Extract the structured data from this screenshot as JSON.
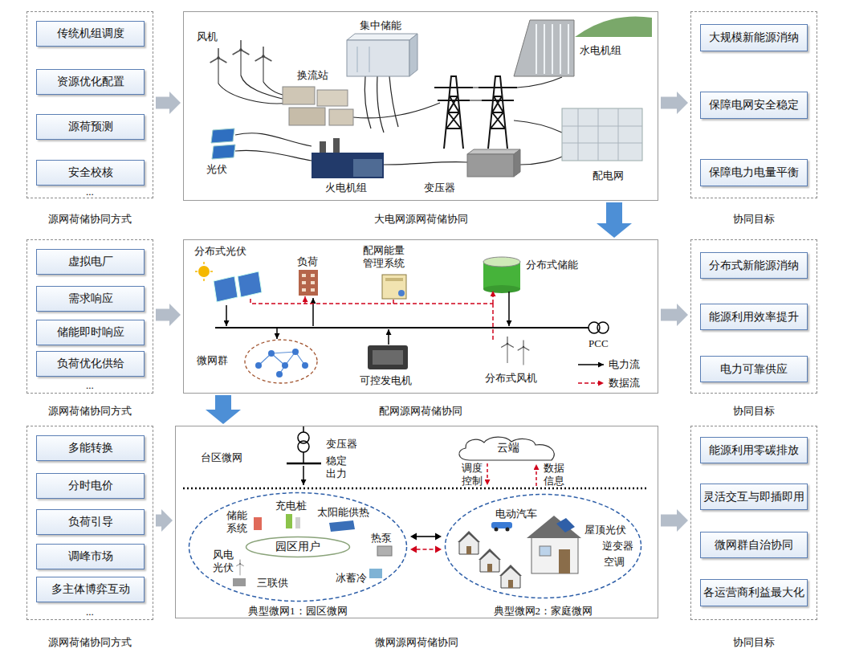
{
  "diagram": {
    "nodes": [
      {
        "text": [
          "源网荷储协同方式"
        ]
      },
      {
        "text": [
          "传统机组调度"
        ],
        "in": 0
      },
      {
        "text": [
          "资源优化配置"
        ],
        "in": 0
      },
      {
        "text": [
          "源荷预测"
        ],
        "in": 0
      },
      {
        "text": [
          "安全校核"
        ],
        "in": 0
      },
      {
        "text": [
          "大电网源网荷储协同"
        ]
      },
      {
        "text": [
          "协同目标"
        ]
      },
      {
        "text": [
          "大规模新能源消纳"
        ],
        "in": 6
      },
      {
        "text": [
          "保障电网安全稳定"
        ],
        "in": 6
      },
      {
        "text": [
          "保障电力电量平衡"
        ],
        "in": 6
      },
      {
        "text": [
          "源网荷储协同方式"
        ]
      },
      {
        "text": [
          "虚拟电厂"
        ],
        "in": 10
      },
      {
        "text": [
          "需求响应"
        ],
        "in": 10
      },
      {
        "text": [
          "储能即时响应"
        ],
        "in": 10
      },
      {
        "text": [
          "负荷优化供给"
        ],
        "in": 10
      },
      {
        "text": [
          "配网源网荷储协同"
        ]
      },
      {
        "text": [
          "协同目标"
        ]
      },
      {
        "text": [
          "分布式新能源消纳"
        ],
        "in": 16
      },
      {
        "text": [
          "能源利用效率提升"
        ],
        "in": 16
      },
      {
        "text": [
          "电力可靠供应"
        ],
        "in": 16
      },
      {
        "text": [
          "源网荷储协同方式"
        ]
      },
      {
        "text": [
          "多能转换"
        ],
        "in": 20
      },
      {
        "text": [
          "分时电价"
        ],
        "in": 20
      },
      {
        "text": [
          "负荷引导"
        ],
        "in": 20
      },
      {
        "text": [
          "调峰市场"
        ],
        "in": 20
      },
      {
        "text": [
          "多主体博弈互动"
        ],
        "in": 20
      },
      {
        "text": [
          "微网源网荷储协同"
        ]
      },
      {
        "text": [
          "典型微网1：园区微网"
        ],
        "in": 26
      },
      {
        "text": [
          "园区用户"
        ],
        "in": 27
      },
      {
        "text": [
          "典型微网2：家庭微网"
        ],
        "in": 26
      },
      {
        "text": [
          "云端"
        ],
        "in": 26
      },
      {
        "text": [
          "协同目标"
        ]
      },
      {
        "text": [
          "能源利用零碳排放"
        ],
        "in": 31
      },
      {
        "text": [
          "灵活交互与即插即用"
        ],
        "in": 31
      },
      {
        "text": [
          "微网群自治协同"
        ],
        "in": 31
      },
      {
        "text": [
          "各运营商利益最大化"
        ],
        "in": 31
      }
    ],
    "edges": [
      {
        "from": 0,
        "to": 5,
        "arrow": "to"
      },
      {
        "from": 5,
        "to": 6,
        "arrow": "to"
      },
      {
        "from": 5,
        "to": 15,
        "arrow": "to"
      },
      {
        "from": 10,
        "to": 15,
        "arrow": "to"
      },
      {
        "from": 15,
        "to": 16,
        "arrow": "to"
      },
      {
        "from": 15,
        "to": 26,
        "arrow": "to"
      },
      {
        "from": 20,
        "to": 26,
        "arrow": "to"
      },
      {
        "from": 26,
        "to": 31,
        "arrow": "to"
      },
      {
        "from": 27,
        "to": 29,
        "arrow": "both"
      },
      {
        "from": 27,
        "to": 29,
        "arrow": "both"
      }
    ],
    "labels": [
      "...",
      "风机",
      "集中储能",
      "水电机组",
      "换流站",
      "光伏",
      "火电机组",
      "变压器",
      "配电网",
      "...",
      "分布式光伏",
      "负荷",
      "配网能量 管理系统",
      "分布式储能",
      "微网群",
      "可控发电机",
      "分布式风机",
      "PCC",
      "...",
      "台区微网",
      "变压器",
      "稳定 出力",
      "调度 控制",
      "数据 信息",
      "储能 系统",
      "充电桩",
      "太阳能供热",
      "热泵",
      "风电 光伏",
      "三联供",
      "冰蓄冷",
      "电动汽车",
      "屋顶光伏",
      "逆变器",
      "空调"
    ],
    "legend": [
      {
        "text": "电力流"
      },
      {
        "text": "数据流"
      }
    ]
  }
}
